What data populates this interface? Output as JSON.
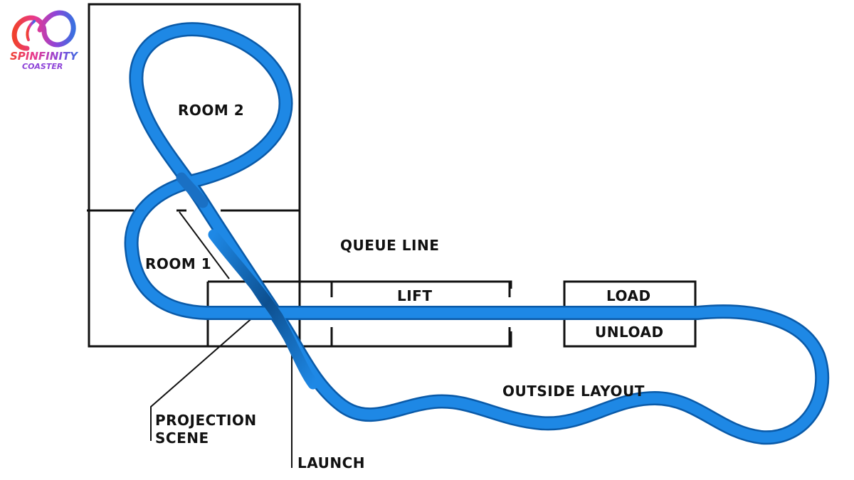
{
  "brand": {
    "name": "SPINFINITY",
    "subtitle": "COASTER"
  },
  "labels": {
    "room2": "ROOM 2",
    "room1": "ROOM 1",
    "queue_line": "QUEUE LINE",
    "lift": "LIFT",
    "load": "LOAD",
    "unload": "UNLOAD",
    "outside_layout": "OUTSIDE LAYOUT",
    "projection_line1": "PROJECTION",
    "projection_line2": "SCENE",
    "launch": "LAUNCH"
  },
  "colors": {
    "track": "#1e88e5",
    "track_dark": "#0d4f8f",
    "outline": "#111111",
    "logo_gradient": [
      "#f0412d",
      "#e8398f",
      "#8e44d8",
      "#3b6fe0"
    ]
  },
  "icons": {
    "logo": "infinity-loop-icon"
  }
}
